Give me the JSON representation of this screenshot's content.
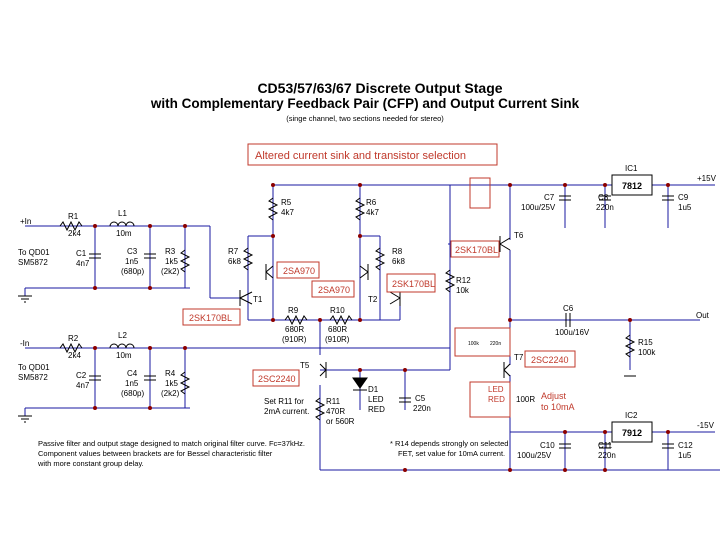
{
  "title": {
    "line1": "CD53/57/63/67 Discrete Output Stage",
    "line2": "with Complementary Feedback Pair (CFP) and Output Current Sink",
    "line3": "(singe channel, two sections needed for stereo)"
  },
  "annotations": {
    "altered": "Altered current sink and transistor selection",
    "adjust_line1": "Adjust",
    "adjust_line2": "to 10mA",
    "set_r11_line1": "Set R11 for",
    "set_r11_line2": "2mA current.",
    "note_left_1": "Passive filter and output stage designed to match original filter curve. Fc=37kHz.",
    "note_left_2": "Component values between brackets are for Bessel characteristic filter",
    "note_left_3": "with more constant group delay.",
    "note_right_1": "* R14 depends strongly on selected",
    "note_right_2": "FET, set value for 10mA current."
  },
  "ports": {
    "in1": "+In",
    "in2": "-In",
    "to_qd01": "To QD01",
    "sm5872": "SM5872",
    "to_qd01_b": "To QD01",
    "sm5872_b": "SM5872",
    "out": "Out",
    "vpos": "+15V",
    "vneg": "-15V"
  },
  "components": {
    "R1": [
      "R1",
      "2k4"
    ],
    "L1": [
      "L1",
      "10m"
    ],
    "C1": [
      "C1",
      "4n7"
    ],
    "C3": [
      "C3",
      "1n5",
      "(680p)"
    ],
    "R3": [
      "R3",
      "1k5",
      "(2k2)"
    ],
    "R2": [
      "R2",
      "2k4"
    ],
    "L2": [
      "L2",
      "10m"
    ],
    "C2": [
      "C2",
      "4n7"
    ],
    "C4": [
      "C4",
      "1n5",
      "(680p)"
    ],
    "R4": [
      "R4",
      "1k5",
      "(2k2)"
    ],
    "R5": [
      "R5",
      "4k7"
    ],
    "R6": [
      "R6",
      "4k7"
    ],
    "R7": [
      "R7",
      "6k8"
    ],
    "R8": [
      "R8",
      "6k8"
    ],
    "R9": [
      "R9",
      "680R",
      "(910R)"
    ],
    "R10": [
      "R10",
      "680R",
      "(910R)"
    ],
    "R11": [
      "R11",
      "470R",
      "or 560R"
    ],
    "R12": [
      "R12",
      "10k"
    ],
    "R15": [
      "R15",
      "100k"
    ],
    "D1": [
      "D1",
      "LED",
      "RED"
    ],
    "C5": [
      "C5",
      "220n"
    ],
    "C6": [
      "C6",
      "100u/16V"
    ],
    "C7": [
      "C7",
      "100u/25V"
    ],
    "C8": [
      "C8",
      "220n"
    ],
    "C9": [
      "C9",
      "1u5"
    ],
    "C10": [
      "C10",
      "100u/25V"
    ],
    "C11": [
      "C11",
      "220n"
    ],
    "C12": [
      "C12",
      "1u5"
    ],
    "IC1": [
      "IC1",
      "7812"
    ],
    "IC2": [
      "IC2",
      "7912"
    ],
    "T1": "T1",
    "T2": "T2",
    "T5": "T5",
    "T6": "T6",
    "T7": "T7",
    "LED_RED": [
      "LED",
      "RED"
    ],
    "R_100R": "100R",
    "R_100k_small": "100k",
    "C_220n_small": "220n"
  },
  "transistor_labels": {
    "q1": "2SA970",
    "q2": "2SA970",
    "q3": "2SK170BL",
    "t1": "2SK170BL",
    "t6": "2SK170BL",
    "t5": "2SC2240",
    "t7": "2SC2240"
  },
  "colors": {
    "wire": "#1a1aa0",
    "highlight": "#c0392b",
    "junction": "#8b0000"
  }
}
